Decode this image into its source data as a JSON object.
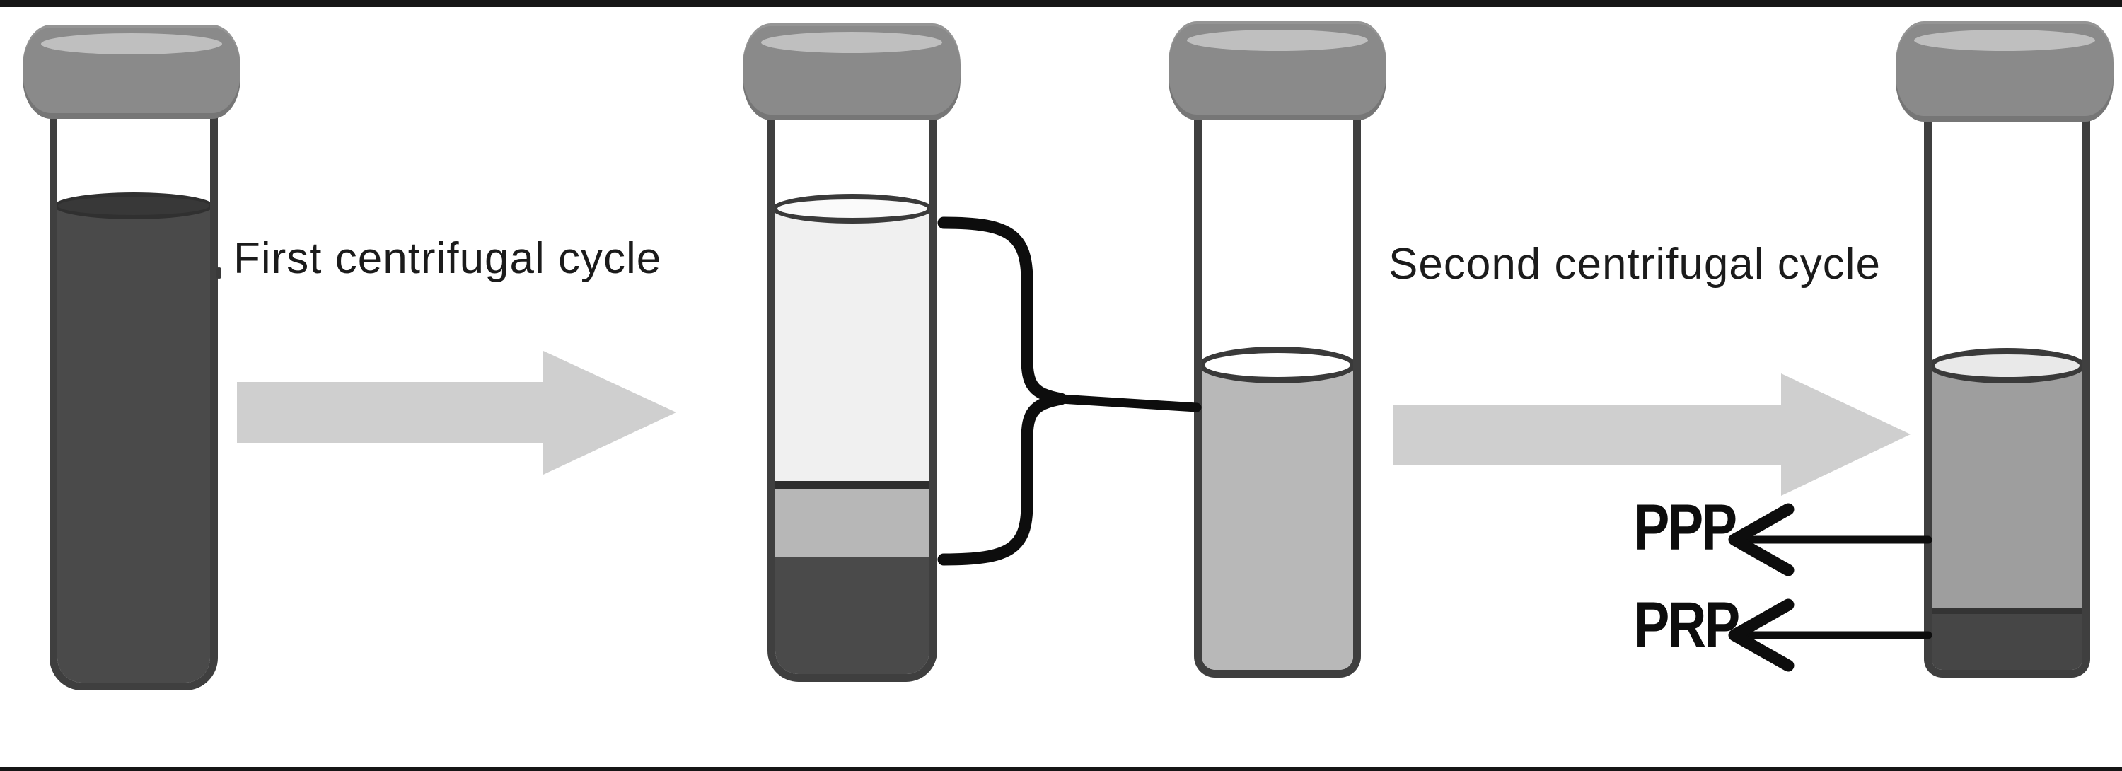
{
  "labels": {
    "first_cycle": "First centrifugal cycle",
    "second_cycle": "Second centrifugal cycle",
    "ppp": "PPP",
    "prp": "PRP"
  },
  "colors": {
    "frame": "#161616",
    "cap": "#8a8a8a",
    "cap-highlight": "#c4c4c4",
    "wall": "#3f3f3f",
    "whole-blood": "#4a4a4a",
    "plasma": "#f0f0f0",
    "buffy-coat": "#b7b7b7",
    "rbc": "#4a4a4a",
    "plasma-collected": "#b8b8b8",
    "ppp-layer": "#9e9e9e",
    "prp-layer": "#464646",
    "flow-arrow": "#cfcfcf",
    "ink": "#0d0d0d",
    "text": "#1b1b1b"
  },
  "tubes": [
    {
      "name": "tube-1",
      "layer_colors": [
        "whole-blood"
      ]
    },
    {
      "name": "tube-2",
      "layer_colors": [
        "plasma",
        "buffy-coat",
        "rbc"
      ]
    },
    {
      "name": "tube-3",
      "layer_colors": [
        "plasma-collected"
      ]
    },
    {
      "name": "tube-4",
      "layer_colors": [
        "ppp-layer",
        "prp-layer"
      ]
    }
  ]
}
